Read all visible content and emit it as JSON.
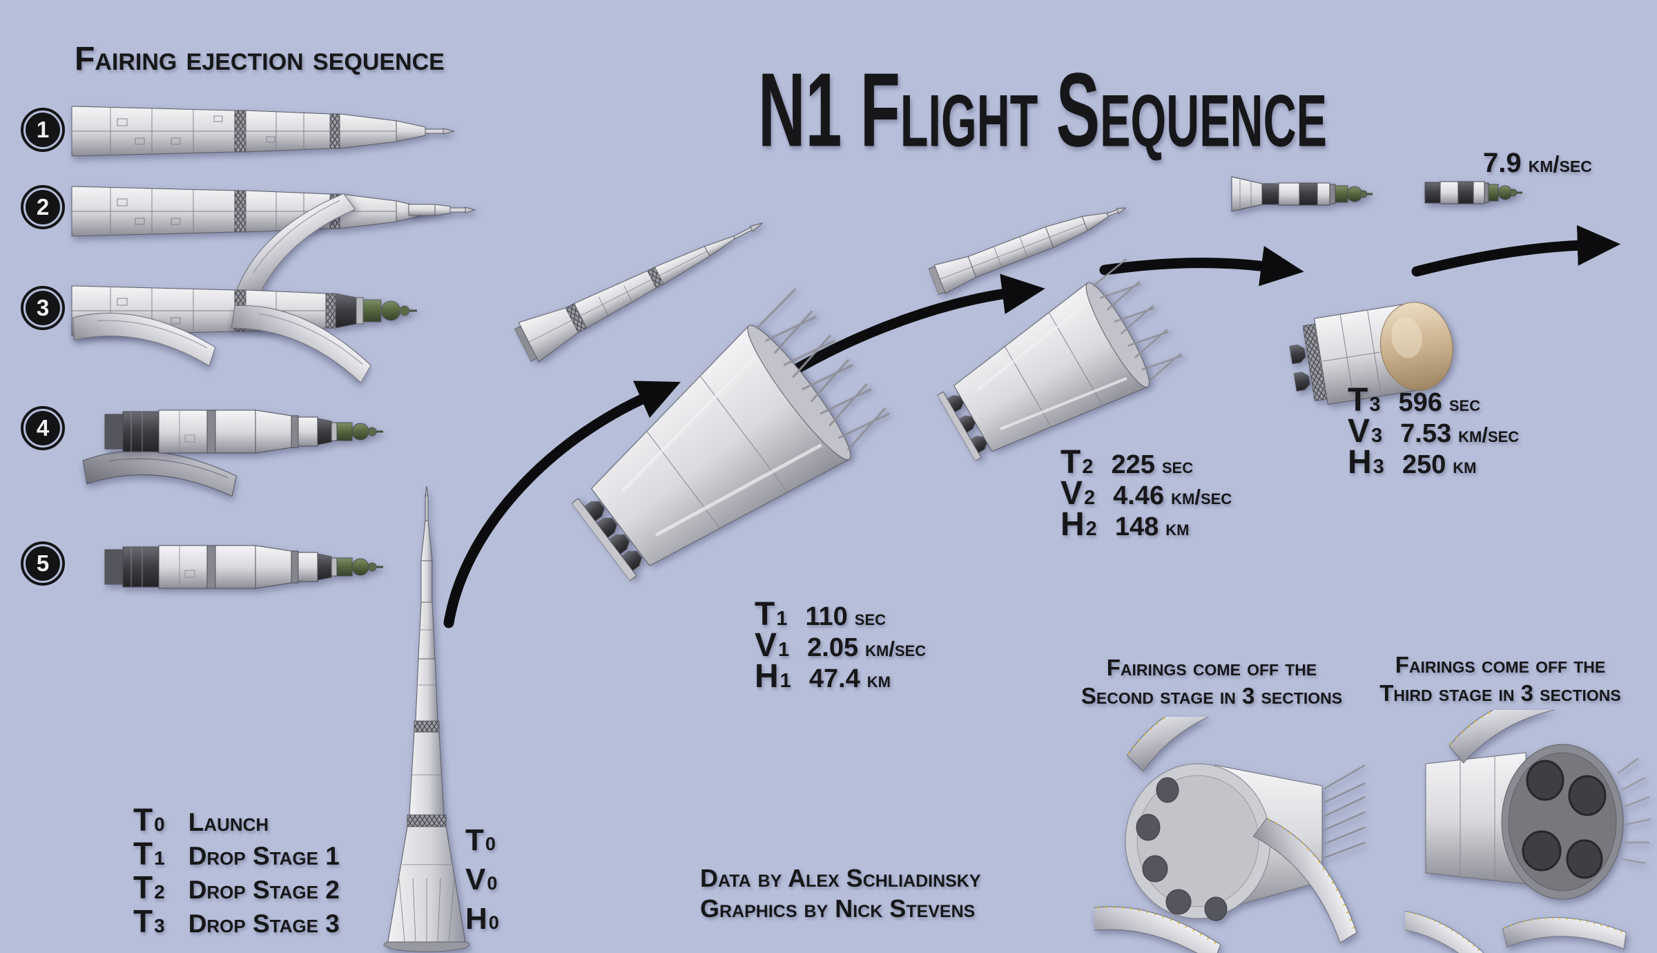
{
  "page": {
    "background": "#b6bed9",
    "ink": "#17171a",
    "accent_green": "#55663f",
    "dome_tan": "#c8ae8a"
  },
  "title": "N1 Flight Sequence",
  "fairing_panel": {
    "heading": "Fairing ejection sequence",
    "steps": [
      "1",
      "2",
      "3",
      "4",
      "5"
    ]
  },
  "stage_stats": [
    {
      "rows": [
        {
          "sym": "T",
          "sub": "1",
          "value": "110",
          "unit": "sec"
        },
        {
          "sym": "V",
          "sub": "1",
          "value": "2.05",
          "unit": "km/sec"
        },
        {
          "sym": "H",
          "sub": "1",
          "value": "47.4",
          "unit": "km"
        }
      ]
    },
    {
      "rows": [
        {
          "sym": "T",
          "sub": "2",
          "value": "225",
          "unit": "sec"
        },
        {
          "sym": "V",
          "sub": "2",
          "value": "4.46",
          "unit": "km/sec"
        },
        {
          "sym": "H",
          "sub": "2",
          "value": "148",
          "unit": "km"
        }
      ]
    },
    {
      "rows": [
        {
          "sym": "T",
          "sub": "3",
          "value": "596",
          "unit": "sec"
        },
        {
          "sym": "V",
          "sub": "3",
          "value": "7.53",
          "unit": "km/sec"
        },
        {
          "sym": "H",
          "sub": "3",
          "value": "250",
          "unit": "km"
        }
      ]
    }
  ],
  "final_velocity": {
    "value": "7.9",
    "unit": "km/sec"
  },
  "launch_markers": {
    "rows": [
      {
        "sym": "T",
        "sub": "0"
      },
      {
        "sym": "V",
        "sub": "0"
      },
      {
        "sym": "H",
        "sub": "0"
      }
    ]
  },
  "legend": {
    "rows": [
      {
        "sym": "T",
        "sub": "0",
        "label": "Launch"
      },
      {
        "sym": "T",
        "sub": "1",
        "label": "Drop Stage 1"
      },
      {
        "sym": "T",
        "sub": "2",
        "label": "Drop Stage 2"
      },
      {
        "sym": "T",
        "sub": "3",
        "label": "Drop Stage 3"
      }
    ]
  },
  "captions": [
    {
      "line1": "Fairings come off the",
      "line2": "Second stage in 3 sections"
    },
    {
      "line1": "Fairings come off the",
      "line2": "Third stage in 3 sections"
    }
  ],
  "credits": {
    "line1": "Data by Alex Schliadinsky",
    "line2": "Graphics by Nick Stevens"
  }
}
